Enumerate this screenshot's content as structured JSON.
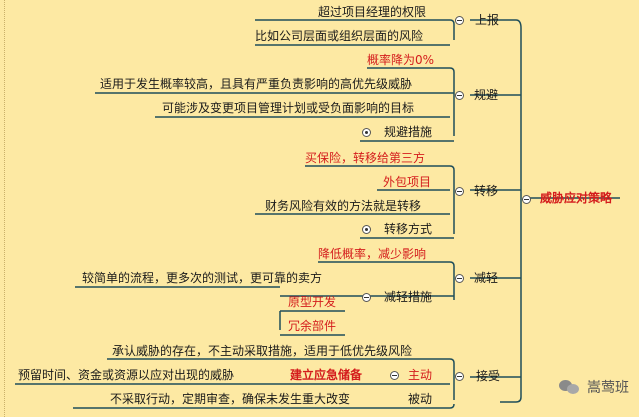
{
  "root": "威胁应对策略",
  "branches": [
    {
      "label": "上报",
      "items": [
        "超过项目经理的权限",
        "比如公司层面或组织层面的风险"
      ]
    },
    {
      "label": "规避",
      "items": [
        "概率降为0%",
        "适用于发生概率较高，且具有严重负责影响的高优先级威胁",
        "可能涉及变更项目管理计划或受负面影响的目标",
        "规避措施"
      ]
    },
    {
      "label": "转移",
      "items": [
        "买保险，转移给第三方",
        "外包项目",
        "财务风险有效的方法就是转移",
        "转移方式"
      ]
    },
    {
      "label": "减轻",
      "items": [
        "降低概率，减少影响",
        "较简单的流程，更多次的测试，更可靠的卖方",
        "减轻措施",
        "原型开发",
        "冗余部件"
      ]
    },
    {
      "label": "接受",
      "items": [
        "承认威胁的存在，不主动采取措施，适用于低优先级风险",
        "主动",
        "预留时间、资金或资源以应对出现的威胁",
        "建立应急储备",
        "被动",
        "不采取行动，定期审查，确保未发生重大改变"
      ]
    }
  ],
  "watermark": {
    "text": "嵩莺班",
    "icon": "wechat-icon"
  },
  "colors": {
    "background": "#fde9a3",
    "line": "#1f4e5a",
    "accent_red": "#d41c1c"
  }
}
